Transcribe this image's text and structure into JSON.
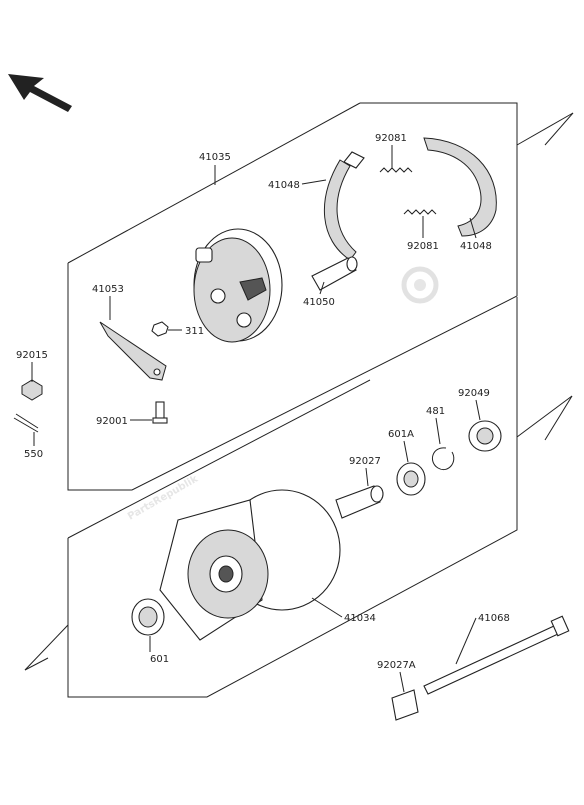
{
  "watermark": "PartsRepublik",
  "callouts": [
    {
      "id": "41035",
      "label": "41035"
    },
    {
      "id": "92081a",
      "label": "92081"
    },
    {
      "id": "41048a",
      "label": "41048"
    },
    {
      "id": "92081b",
      "label": "92081"
    },
    {
      "id": "41048b",
      "label": "41048"
    },
    {
      "id": "41053",
      "label": "41053"
    },
    {
      "id": "41050",
      "label": "41050"
    },
    {
      "id": "311",
      "label": "311"
    },
    {
      "id": "92015",
      "label": "92015"
    },
    {
      "id": "92001",
      "label": "92001"
    },
    {
      "id": "550",
      "label": "550"
    },
    {
      "id": "92049",
      "label": "92049"
    },
    {
      "id": "481",
      "label": "481"
    },
    {
      "id": "601A",
      "label": "601A"
    },
    {
      "id": "92027",
      "label": "92027"
    },
    {
      "id": "41034",
      "label": "41034"
    },
    {
      "id": "601",
      "label": "601"
    },
    {
      "id": "41068",
      "label": "41068"
    },
    {
      "id": "92027A",
      "label": "92027A"
    }
  ]
}
